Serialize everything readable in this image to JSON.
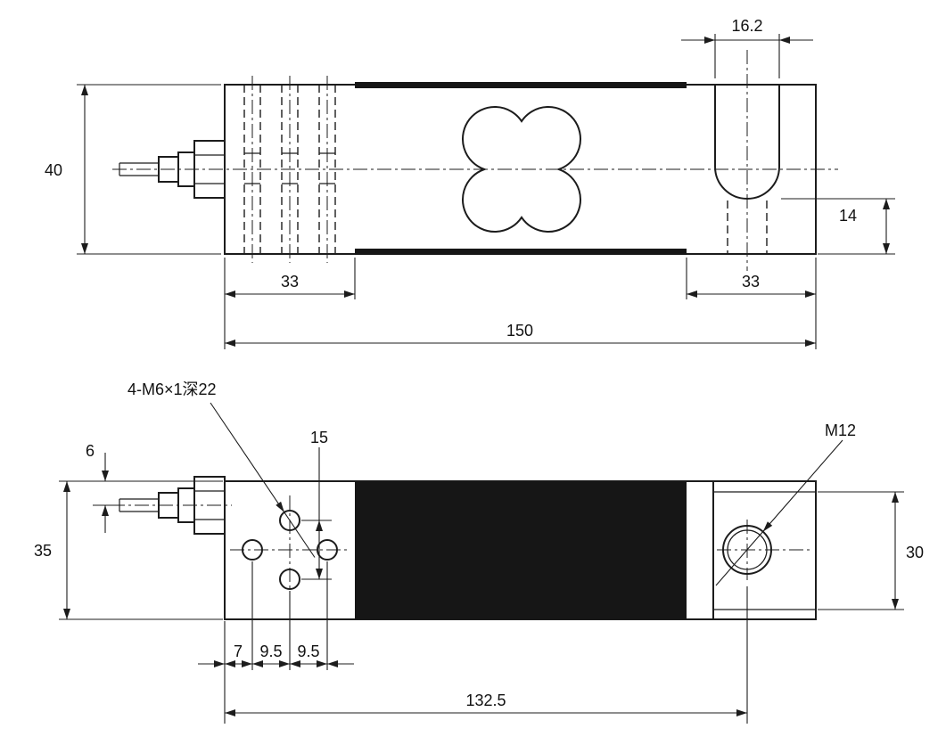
{
  "drawing": {
    "line_color": "#1c1c1c",
    "top_view": {
      "dim_slot_width": "16.2",
      "dim_height": "40",
      "dim_slot_depth": "14",
      "dim_left_section": "33",
      "dim_right_section": "33",
      "dim_total_length": "150"
    },
    "bottom_view": {
      "callout_holes": "4-M6×1深22",
      "callout_thread": "M12",
      "dim_cable_offset": "6",
      "dim_width": "35",
      "dim_hole_vspacing": "15",
      "dim_block_width": "30",
      "dim_hole_offset": "7",
      "dim_hole_pitch1": "9.5",
      "dim_hole_pitch2": "9.5",
      "dim_length_to_thread": "132.5"
    }
  }
}
